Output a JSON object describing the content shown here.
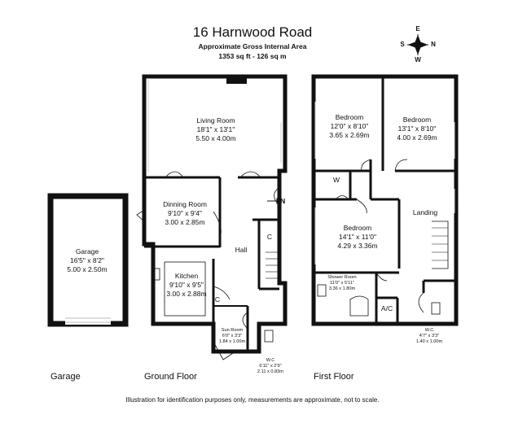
{
  "header": {
    "address": "16 Harnwood Road",
    "area_title": "Approximate Gross Internal Area",
    "area_value": "1353 sq ft - 126 sq m"
  },
  "compass": {
    "n": "N",
    "e": "E",
    "s": "S",
    "w": "W"
  },
  "rooms": {
    "living": {
      "name": "Living Room",
      "imperial": "18'1\" x 13'1\"",
      "metric": "5.50 x 4.00m"
    },
    "dining": {
      "name": "Dinning Room",
      "imperial": "9'10\" x 9'4\"",
      "metric": "3.00 x 2.85m"
    },
    "kitchen": {
      "name": "Kitchen",
      "imperial": "9'10\" x 9'5\"",
      "metric": "3.00 x 2.88m"
    },
    "hall": {
      "name": "Hall"
    },
    "garage": {
      "name": "Garage",
      "imperial": "16'5\" x 8'2\"",
      "metric": "5.00 x 2.50m"
    },
    "sunroom": {
      "name": "Sun Room",
      "imperial": "6'0\" x 3'3\"",
      "metric": "1.84 x 1.00m"
    },
    "wc_ground": {
      "name": "W.C",
      "imperial": "6'11\" x 2'9\"",
      "metric": "2.11 x 0.83m"
    },
    "bed1": {
      "name": "Bedroom",
      "imperial": "12'0\" x 8'10\"",
      "metric": "3.65 x 2.69m"
    },
    "bed2": {
      "name": "Bedroom",
      "imperial": "13'1\" x 8'10\"",
      "metric": "4.00 x 2.69m"
    },
    "bed3": {
      "name": "Bedroom",
      "imperial": "14'1\" x 11'0\"",
      "metric": "4.29 x 3.36m"
    },
    "shower": {
      "name": "Shower Room",
      "imperial": "11'0\" x 5'11\"",
      "metric": "3.36 x 1.80m"
    },
    "landing": {
      "name": "Landing"
    },
    "wc_first": {
      "name": "W.C",
      "imperial": "4'7\" x 3'3\"",
      "metric": "1.40 x 1.00m"
    },
    "w_cupboard": {
      "name": "W"
    },
    "ac": {
      "name": "A/C"
    },
    "c1": {
      "name": "C"
    },
    "c2": {
      "name": "C"
    },
    "in": {
      "name": "IN"
    }
  },
  "floors": {
    "garage": "Garage",
    "ground": "Ground Floor",
    "first": "First Floor"
  },
  "footer": {
    "disclaimer": "Illustration for identification purposes only, measurements are approximate, not to scale."
  },
  "colors": {
    "wall": "#111111",
    "window": "#cfcfcf",
    "background": "#ffffff"
  }
}
